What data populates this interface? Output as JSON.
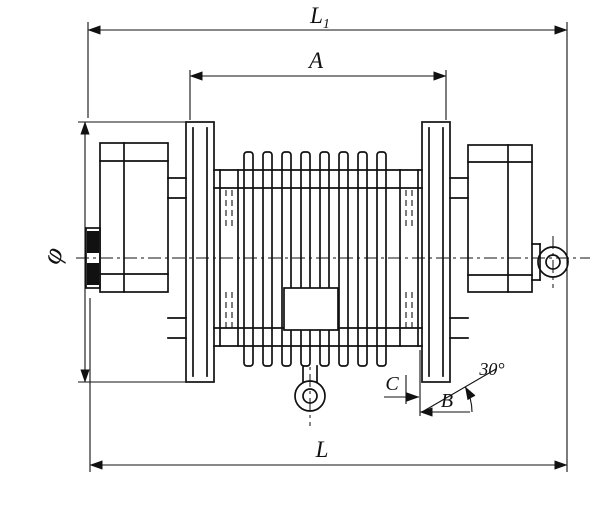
{
  "page": {
    "background": "#ffffff",
    "line_color": "#111111"
  },
  "drawing": {
    "type": "engineering-dimension-drawing",
    "labels": {
      "l1_main": "L",
      "l1_sub": "1",
      "a": "A",
      "phi": "φ",
      "l": "L",
      "c": "C",
      "b": "B",
      "angle": "30°"
    }
  }
}
